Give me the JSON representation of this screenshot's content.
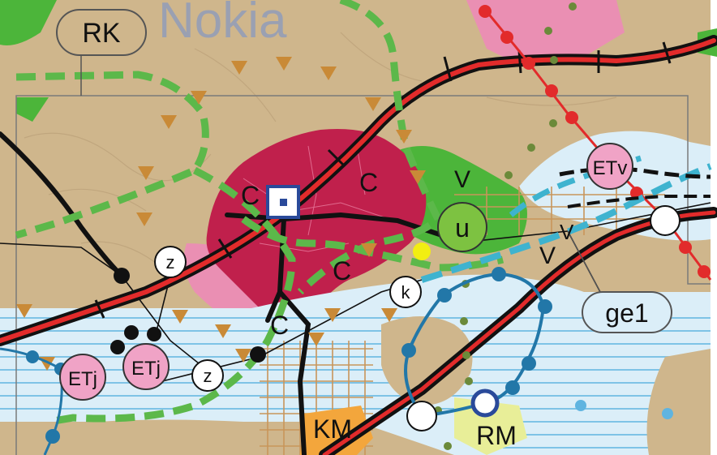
{
  "map": {
    "town_label": "Nokia",
    "area_labels": {
      "rk": "RK",
      "km": "KM",
      "rm": "RM",
      "ge1": "ge1"
    },
    "zone_letters": {
      "c1": "C",
      "c2": "C",
      "c3": "C",
      "c4": "C",
      "v1": "V",
      "v2": "V",
      "v3": "V"
    },
    "circle_labels": {
      "u": "u",
      "z1": "z",
      "z2": "z",
      "k": "k",
      "etj1": "ETj",
      "etj2": "ETj",
      "etv": "ETv"
    },
    "colors": {
      "land": "#cfb68c",
      "green": "#4cb53a",
      "green_dash": "#5cb84a",
      "pink": "#ea8fb3",
      "crimson": "#c0204c",
      "water": "#dbeef8",
      "water_lines": "#7ec3e6",
      "cyan_dash": "#3eb3cf",
      "orange": "#c98a37",
      "rail_red": "#e22b2b",
      "road_black": "#111111",
      "route_blue": "#2277a8",
      "orange_grid": "#c8955a",
      "km_orange": "#f3a63c",
      "etj_fill": "#f0a3c6",
      "u_fill": "#7dc241",
      "yellow_dot": "#f2ee12",
      "rm_ring": "#2a4a9a"
    }
  }
}
